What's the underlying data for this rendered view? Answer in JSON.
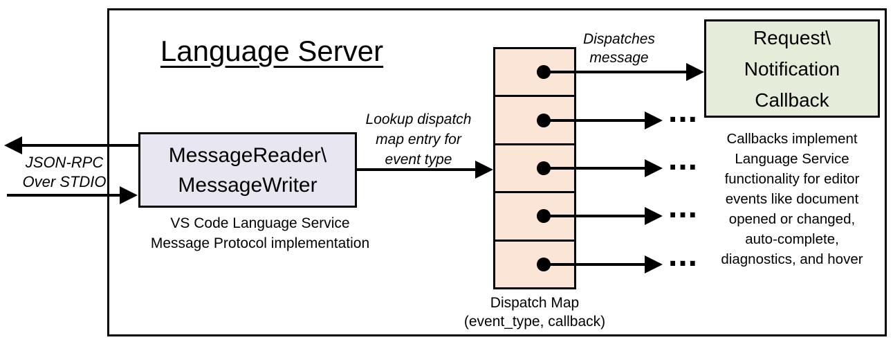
{
  "title": "Language Server",
  "io_label": "JSON-RPC\nOver STDIO",
  "message_box": {
    "title": "MessageReader\\\nMessageWriter",
    "caption": "VS Code Language Service\nMessage Protocol implementation"
  },
  "lookup_label": "Lookup dispatch\nmap entry for\nevent type",
  "dispatches_label": "Dispatches\nmessage",
  "dispatch_map": {
    "rows": 5,
    "caption": "Dispatch Map\n(event_type, callback)"
  },
  "callback_box": {
    "title": "Request\\\nNotification\nCallback"
  },
  "side_note": "Callbacks implement\nLanguage Service\nfunctionality for editor\nevents like document\nopened or changed,\nauto-complete,\ndiagnostics, and hover",
  "ellipsis": "...",
  "colors": {
    "message_box_fill": "#e8e7f1",
    "dispatch_cell_fill": "#fbe5d6",
    "callback_box_fill": "#e5edda",
    "line_color": "#000000",
    "background": "#ffffff"
  }
}
